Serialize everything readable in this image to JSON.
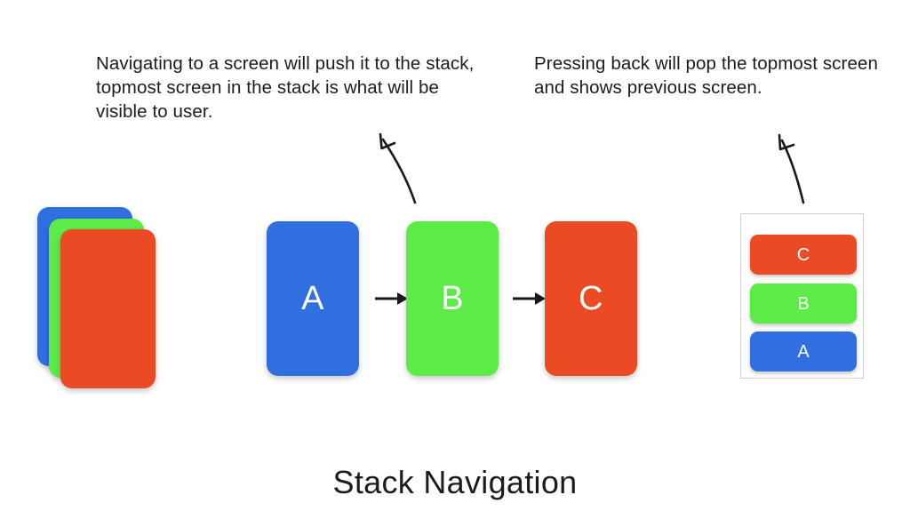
{
  "title": "Stack Navigation",
  "captions": {
    "left": "Navigating to a screen will push it to the stack, topmost screen in the stack is what will be visible to user.",
    "right": "Pressing back will pop the topmost screen and shows previous screen."
  },
  "colors": {
    "blue": "#2f6fe0",
    "green": "#5ceb47",
    "orange": "#ea4b24",
    "text": "#1c1c1c",
    "panel_border": "#cfcfcf",
    "arrow": "#1a1a1a",
    "background": "#ffffff"
  },
  "stack_group": {
    "name": "fanned-card-stack",
    "cards": [
      {
        "id": "a",
        "color": "#2f6fe0",
        "layer": "back"
      },
      {
        "id": "b",
        "color": "#5ceb47",
        "layer": "middle"
      },
      {
        "id": "c",
        "color": "#ea4b24",
        "layer": "front"
      }
    ]
  },
  "flow": {
    "cards": [
      {
        "label": "A",
        "color": "#2f6fe0"
      },
      {
        "label": "B",
        "color": "#5ceb47"
      },
      {
        "label": "C",
        "color": "#ea4b24"
      }
    ],
    "arrow_glyph": "→"
  },
  "stack_panel": {
    "name": "navigation-stack-panel",
    "items": [
      {
        "label": "C",
        "color": "#ea4b24",
        "position": "top"
      },
      {
        "label": "B",
        "color": "#5ceb47",
        "position": "middle"
      },
      {
        "label": "A",
        "color": "#2f6fe0",
        "position": "bottom"
      }
    ]
  },
  "icons": {
    "arrow_right_1": "arrow-right-icon",
    "arrow_right_2": "arrow-right-icon",
    "curved_arrow_left": "curved-arrow-up-left-icon",
    "curved_arrow_right": "curved-arrow-up-left-icon"
  }
}
